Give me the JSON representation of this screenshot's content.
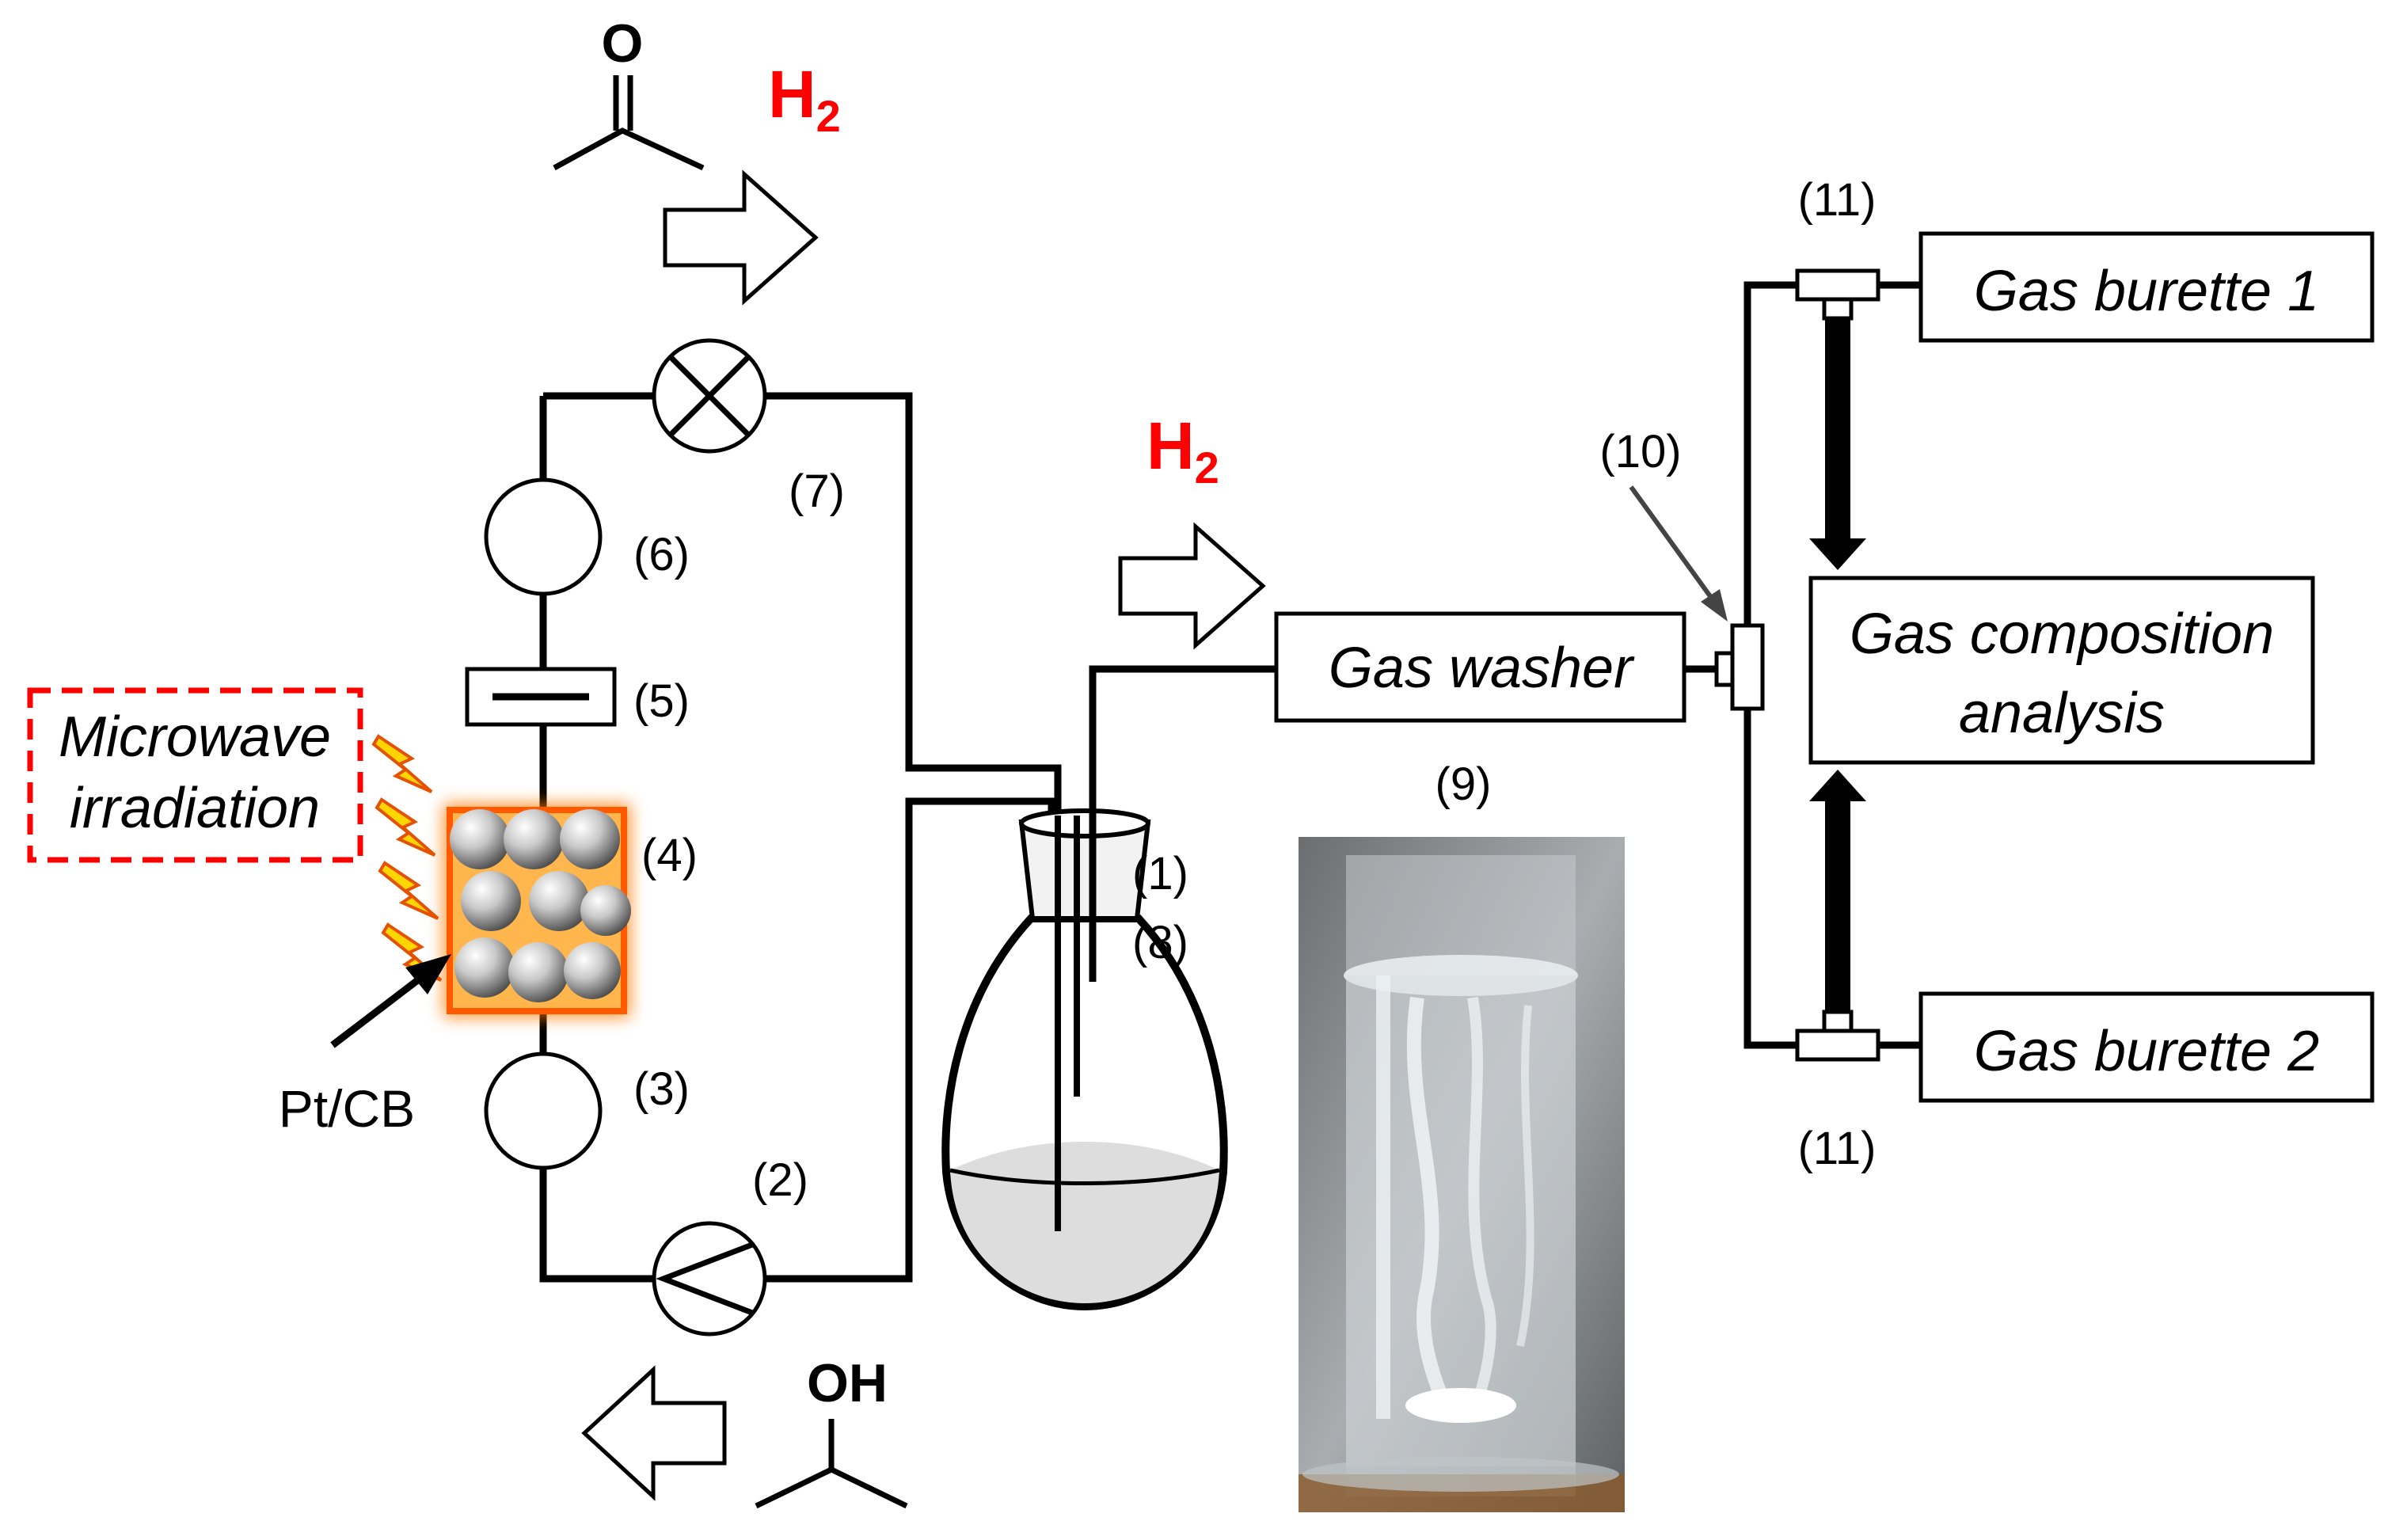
{
  "labels": {
    "n1": "(1)",
    "n2": "(2)",
    "n3": "(3)",
    "n4": "(4)",
    "n5": "(5)",
    "n6": "(6)",
    "n7": "(7)",
    "n8": "(8)",
    "n9": "(9)",
    "n10": "(10)",
    "n11_top": "(11)",
    "n11_bottom": "(11)"
  },
  "boxes": {
    "gas_washer": "Gas washer",
    "gas_burette_1": "Gas burette 1",
    "gas_burette_2": "Gas burette 2",
    "gas_composition_line1": "Gas composition",
    "gas_composition_line2": "analysis",
    "microwave_line1": "Microwave",
    "microwave_line2": "irradiation"
  },
  "chemistry": {
    "h2_main": "H",
    "h2_sub": "2",
    "h2_right_main": "H",
    "h2_right_sub": "2",
    "ketone_atom": "O",
    "alcohol_atom": "OH",
    "catalyst": "Pt/CB"
  },
  "colors": {
    "hydrogen_label": "#ff0000",
    "microwave_border": "#ff0000",
    "reactor_border": "#ff6a00",
    "reactor_fill": "#ffb74d",
    "lightning": "#ffd600",
    "lightning_outline": "#e65100"
  }
}
